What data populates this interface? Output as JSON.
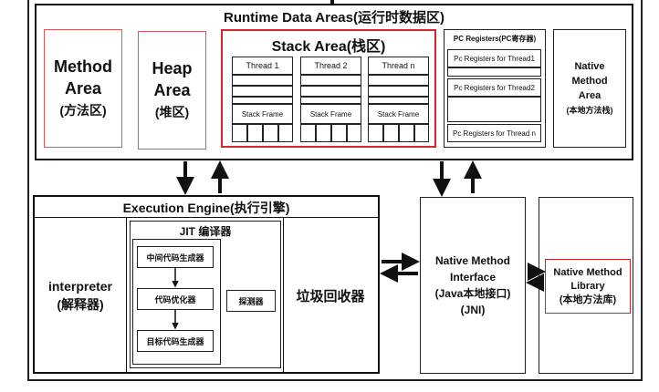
{
  "runtime": {
    "title": "Runtime Data Areas(运行时数据区)",
    "method_area": {
      "line1": "Method",
      "line2": "Area",
      "line3": "(方法区)"
    },
    "heap": {
      "line1": "Heap",
      "line2": "Area",
      "line3": "(堆区)"
    },
    "stack": {
      "title": "Stack Area(栈区)",
      "threads": [
        {
          "name": "Thread 1",
          "frame": "Stack Frame"
        },
        {
          "name": "Thread 2",
          "frame": "Stack Frame"
        },
        {
          "name": "Thread n",
          "frame": "Stack Frame"
        }
      ]
    },
    "pc": {
      "title": "PC Registers(PC寄存器)",
      "items": [
        "Pc Registers for Thread1",
        "Pc Registers for Thread2",
        "Pc Registers for Thread n"
      ]
    },
    "native_stack": {
      "line1": "Native",
      "line2": "Method",
      "line3": "Area",
      "line4": "(本地方法栈)"
    }
  },
  "engine": {
    "title": "Execution Engine(执行引擎)",
    "interpreter": {
      "line1": "interpreter",
      "line2": "(解释器)"
    },
    "jit": {
      "title": "JIT 编译器",
      "steps": [
        "中间代码生成器",
        "代码优化器",
        "目标代码生成器"
      ],
      "profiler": "探测器"
    },
    "gc": "垃圾回收器"
  },
  "jni": {
    "line1": "Native Method",
    "line2": "Interface",
    "line3": "(Java本地接口)",
    "line4": "(JNI)"
  },
  "native_lib": {
    "line1": "Native Method",
    "line2": "Library",
    "line3": "(本地方法库)"
  },
  "colors": {
    "red_border": "#e0545c",
    "dark_red_border": "#d8242c",
    "line": "#111111"
  }
}
